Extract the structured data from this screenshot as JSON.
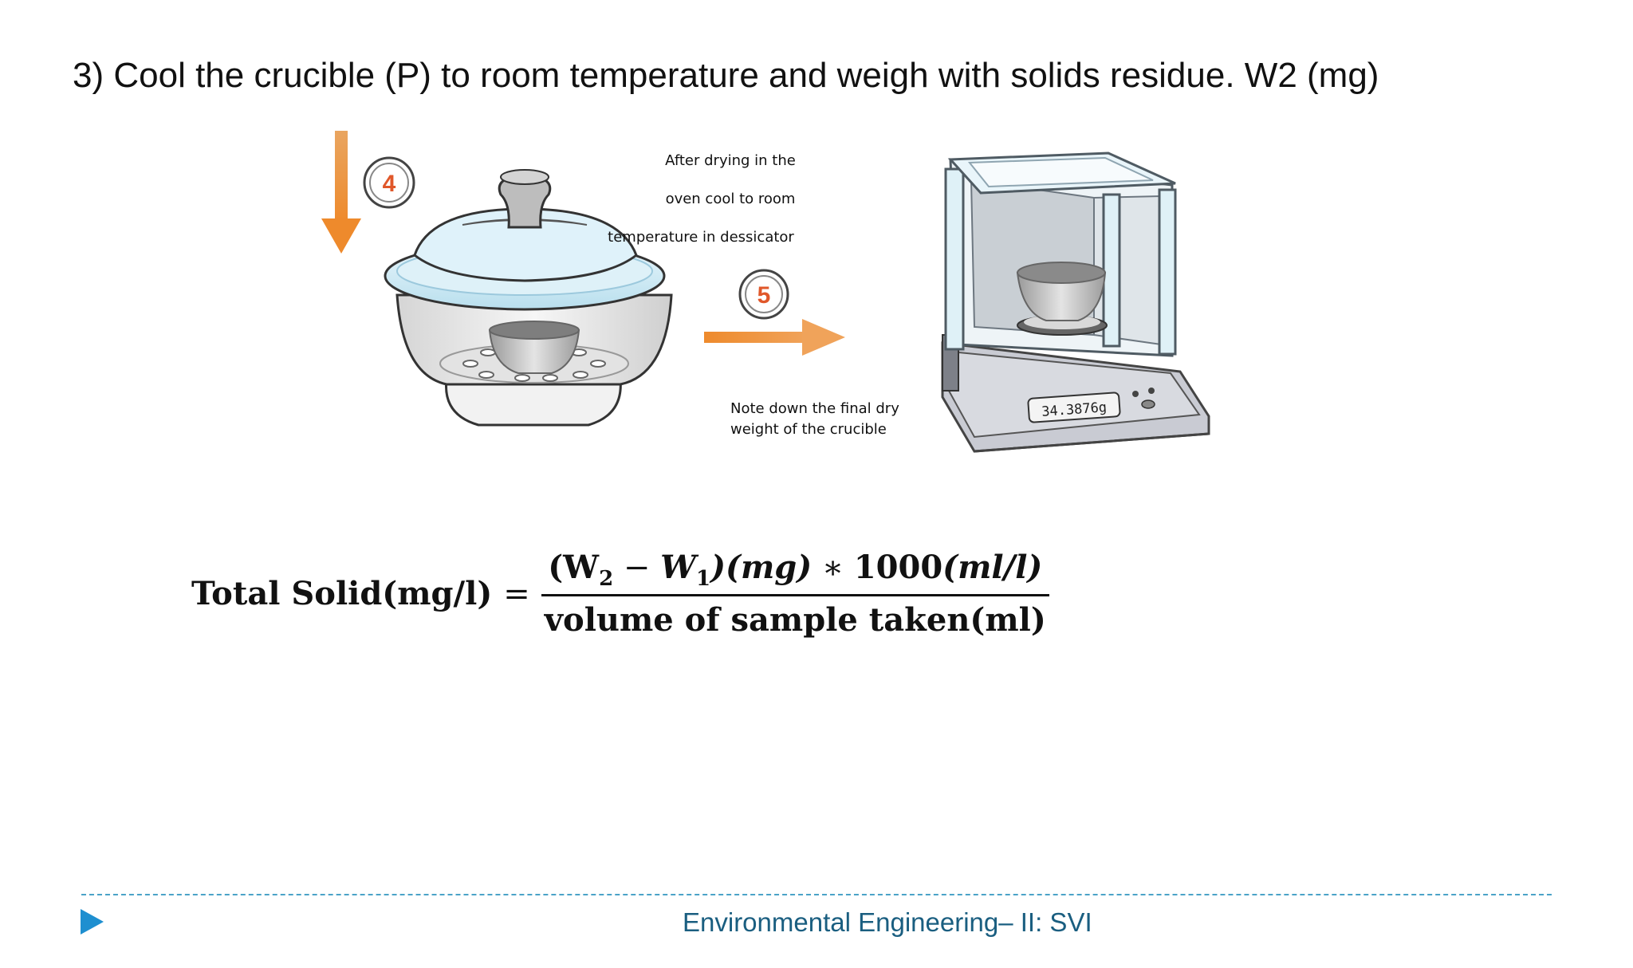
{
  "slide": {
    "title": "3) Cool the crucible (P) to room temperature and weigh with solids residue.  W2 (mg)"
  },
  "figure": {
    "step4_label": "4",
    "step5_label": "5",
    "note_top": [
      "After drying  in the",
      "oven cool to room",
      "temperature in dessicator"
    ],
    "note_bottom": [
      "Note down the final dry",
      "weight of the crucible"
    ],
    "balance_display": "34.3876g",
    "colors": {
      "arrow": "#ee8a2c",
      "glass": "#cfe9f4",
      "badge_red": "#e0572a"
    }
  },
  "formula": {
    "lhs": "Total Solid(mg/l)",
    "equals": "=",
    "numerator": {
      "open": "(W",
      "sub2": "2",
      "minus": " − ",
      "w1": "W",
      "sub1": "1",
      "mg": ")(mg)",
      "times": " ∗ ",
      "thousand": "1000",
      "unit": "(ml/l)"
    },
    "denominator": "volume of sample taken(ml)"
  },
  "footer": {
    "text": "Environmental Engineering– II: SVI",
    "accent_color": "#1e8fd0"
  }
}
